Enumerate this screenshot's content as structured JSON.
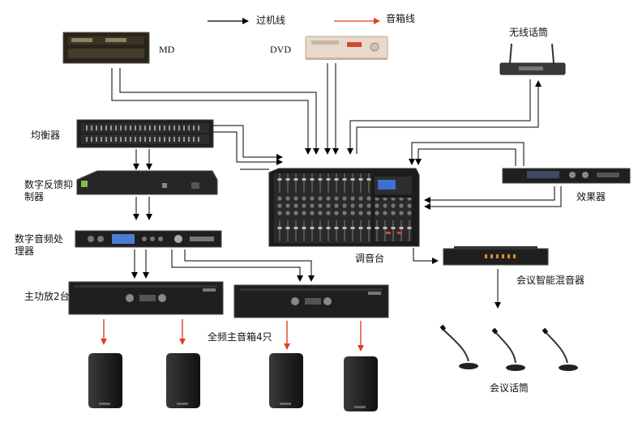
{
  "legend": {
    "signal_line_label": "过机线",
    "speaker_line_label": "音箱线",
    "signal_color": "#000000",
    "speaker_color": "#e0401f"
  },
  "devices": {
    "md": "MD",
    "dvd": "DVD",
    "wireless_mic": "无线话筒",
    "equalizer": "均衡器",
    "feedback_suppressor": "数字反馈抑制器",
    "audio_processor": "数字音频处理器",
    "mixer": "调音台",
    "effects": "效果器",
    "conference_mixer": "会议智能混音器",
    "main_amps": "主功放2台",
    "speakers": "全频主音箱4只",
    "conference_mics": "会议话筒"
  },
  "colors": {
    "device_dark": "#1f1f1f",
    "speaker_body": "#2b2b2b",
    "dvd_body": "#e8d9cc"
  }
}
